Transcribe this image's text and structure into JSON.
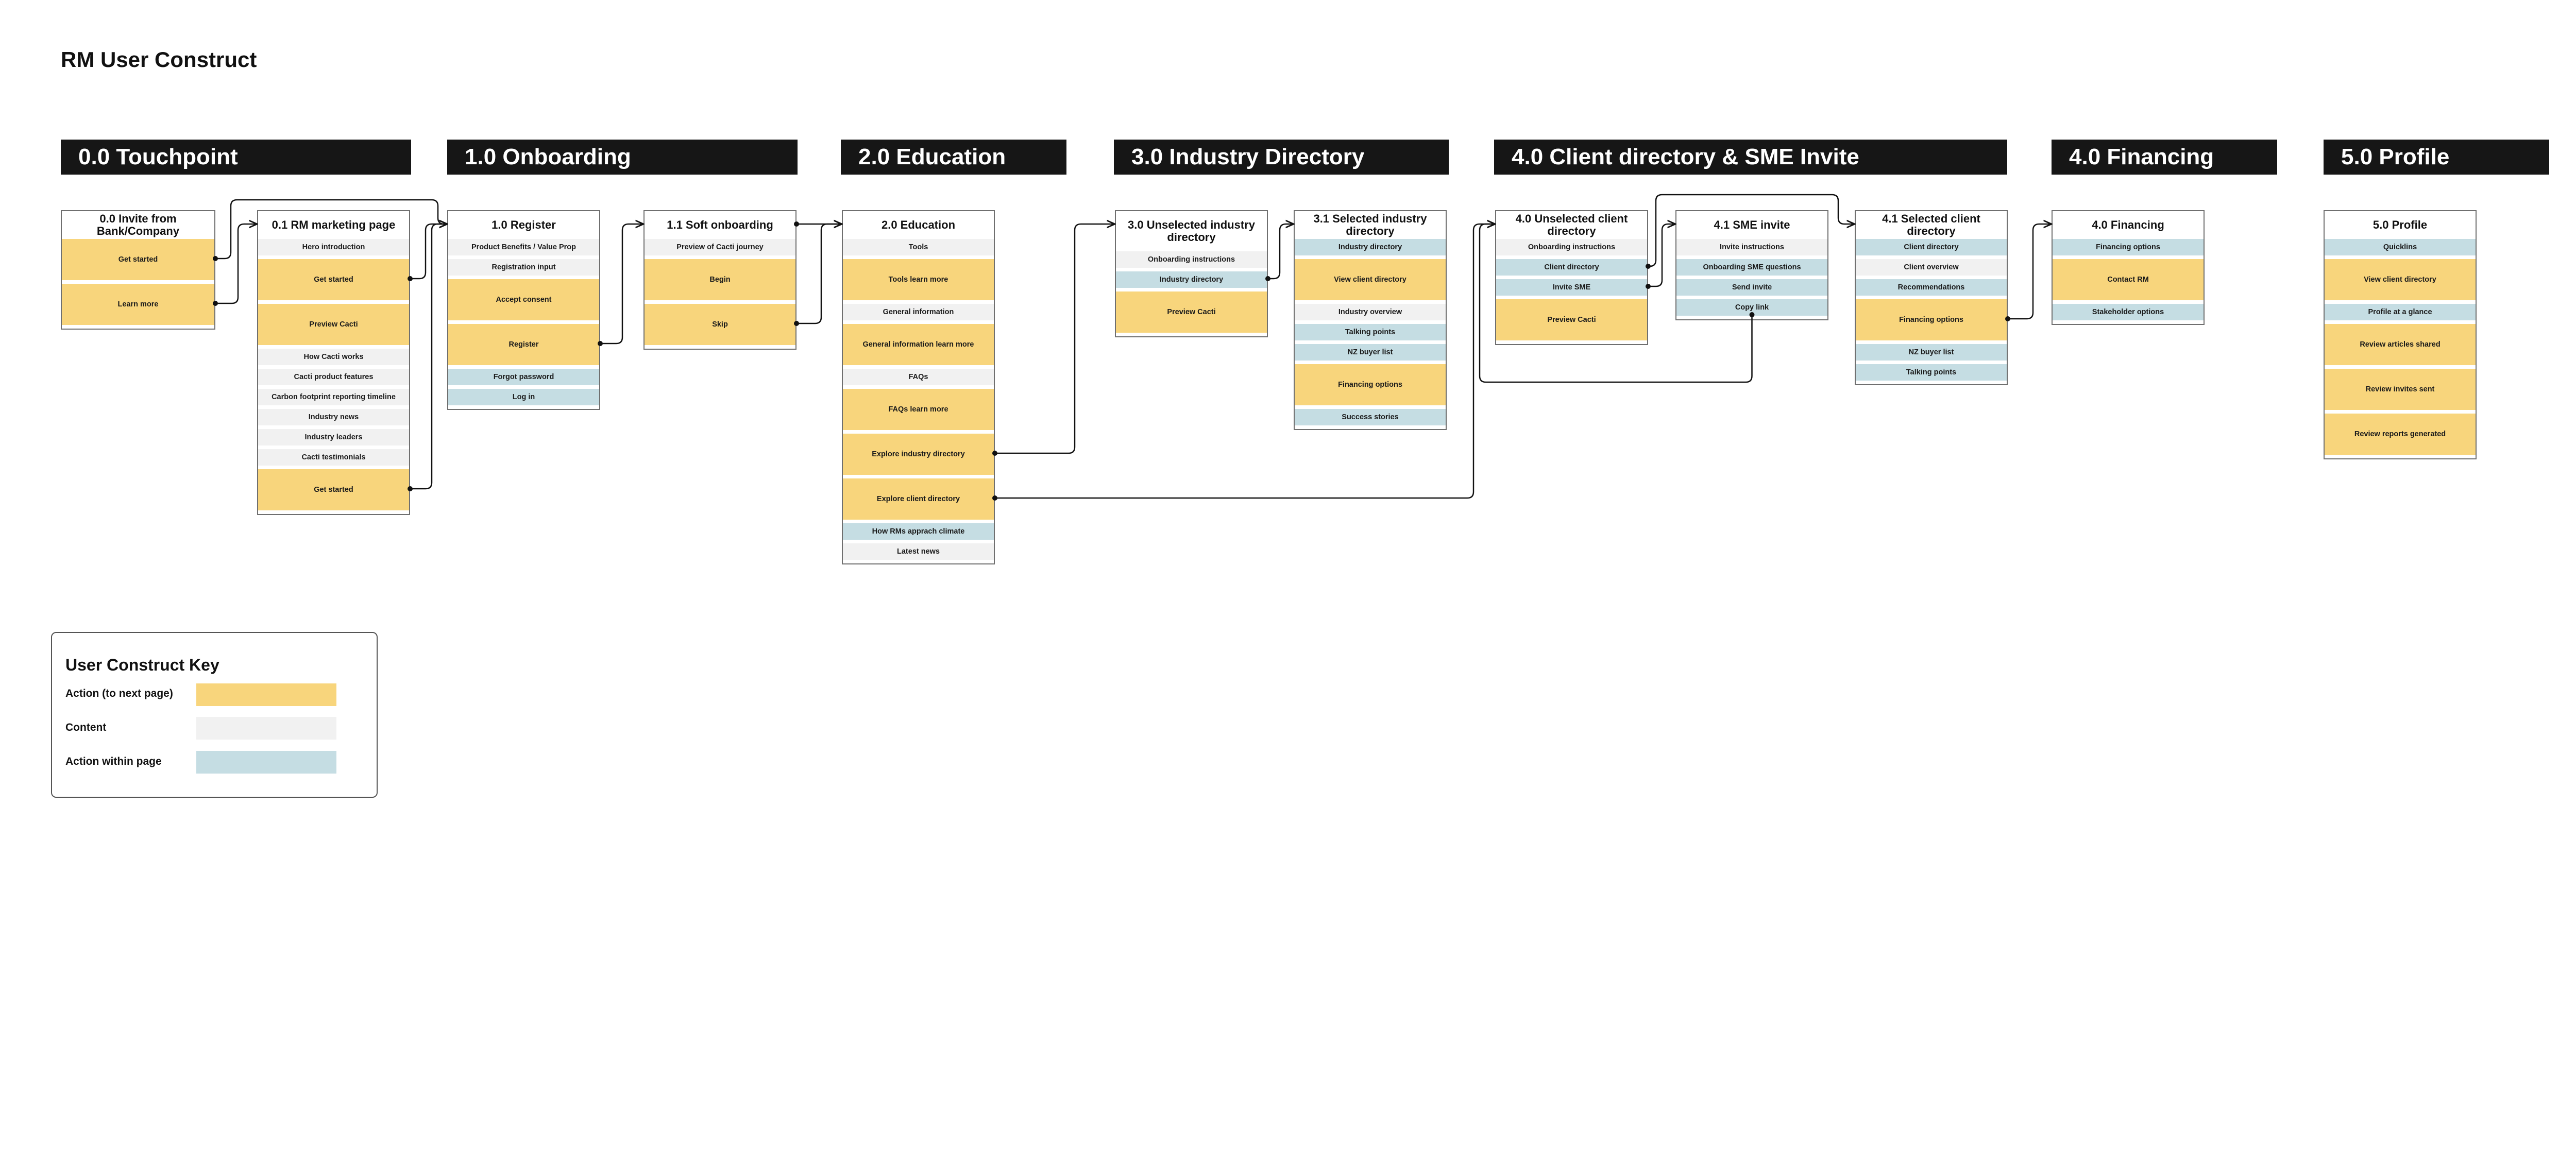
{
  "title": "RM User Construct",
  "colors": {
    "action": "#f8d57c",
    "content": "#f1f1f1",
    "within": "#c5dde3",
    "header": "#161616"
  },
  "headers": [
    {
      "label": "0.0 Touchpoint"
    },
    {
      "label": "1.0 Onboarding"
    },
    {
      "label": "2.0 Education"
    },
    {
      "label": "3.0 Industry Directory"
    },
    {
      "label": "4.0 Client directory & SME Invite"
    },
    {
      "label": "4.0 Financing"
    },
    {
      "label": "5.0 Profile"
    }
  ],
  "pages": [
    {
      "id": "p00",
      "title": "0.0 Invite from Bank/Company",
      "rows": [
        {
          "label": "Get started",
          "type": "action"
        },
        {
          "label": "Learn more",
          "type": "action"
        }
      ]
    },
    {
      "id": "p01",
      "title": "0.1 RM marketing page",
      "rows": [
        {
          "label": "Hero introduction",
          "type": "content"
        },
        {
          "label": "Get started",
          "type": "action"
        },
        {
          "label": "Preview Cacti",
          "type": "action"
        },
        {
          "label": "How Cacti works",
          "type": "content"
        },
        {
          "label": "Cacti product features",
          "type": "content"
        },
        {
          "label": "Carbon footprint reporting timeline",
          "type": "content"
        },
        {
          "label": "Industry news",
          "type": "content"
        },
        {
          "label": "Industry leaders",
          "type": "content"
        },
        {
          "label": "Cacti testimonials",
          "type": "content"
        },
        {
          "label": "Get started",
          "type": "action"
        }
      ]
    },
    {
      "id": "p10",
      "title": "1.0 Register",
      "rows": [
        {
          "label": "Product Benefits / Value Prop",
          "type": "content"
        },
        {
          "label": "Registration input",
          "type": "content"
        },
        {
          "label": "Accept consent",
          "type": "action"
        },
        {
          "label": "Register",
          "type": "action"
        },
        {
          "label": "Forgot password",
          "type": "within"
        },
        {
          "label": "Log in",
          "type": "within"
        }
      ]
    },
    {
      "id": "p11",
      "title": "1.1 Soft onboarding",
      "rows": [
        {
          "label": "Preview of Cacti journey",
          "type": "content"
        },
        {
          "label": "Begin",
          "type": "action"
        },
        {
          "label": "Skip",
          "type": "action"
        }
      ]
    },
    {
      "id": "p20",
      "title": "2.0 Education",
      "rows": [
        {
          "label": "Tools",
          "type": "content"
        },
        {
          "label": "Tools learn more",
          "type": "action"
        },
        {
          "label": "General information",
          "type": "content"
        },
        {
          "label": "General information learn more",
          "type": "action"
        },
        {
          "label": "FAQs",
          "type": "content"
        },
        {
          "label": "FAQs learn more",
          "type": "action"
        },
        {
          "label": "Explore industry directory",
          "type": "action"
        },
        {
          "label": "Explore client directory",
          "type": "action"
        },
        {
          "label": "How RMs apprach climate",
          "type": "within"
        },
        {
          "label": "Latest news",
          "type": "content"
        }
      ]
    },
    {
      "id": "p30",
      "title": "3.0 Unselected industry directory",
      "rows": [
        {
          "label": "Onboarding instructions",
          "type": "content"
        },
        {
          "label": "Industry directory",
          "type": "within"
        },
        {
          "label": "Preview Cacti",
          "type": "action"
        }
      ]
    },
    {
      "id": "p31",
      "title": "3.1 Selected industry directory",
      "rows": [
        {
          "label": "Industry directory",
          "type": "within"
        },
        {
          "label": "View client directory",
          "type": "action"
        },
        {
          "label": "Industry overview",
          "type": "content"
        },
        {
          "label": "Talking points",
          "type": "within"
        },
        {
          "label": "NZ buyer list",
          "type": "within"
        },
        {
          "label": "Financing options",
          "type": "action"
        },
        {
          "label": "Success stories",
          "type": "within"
        }
      ]
    },
    {
      "id": "p40",
      "title": "4.0 Unselected client directory",
      "rows": [
        {
          "label": "Onboarding instructions",
          "type": "content"
        },
        {
          "label": "Client directory",
          "type": "within"
        },
        {
          "label": "Invite SME",
          "type": "within"
        },
        {
          "label": "Preview Cacti",
          "type": "action"
        }
      ]
    },
    {
      "id": "p41s",
      "title": "4.1 SME invite",
      "rows": [
        {
          "label": "Invite instructions",
          "type": "content"
        },
        {
          "label": "Onboarding SME questions",
          "type": "within"
        },
        {
          "label": "Send invite",
          "type": "within"
        },
        {
          "label": "Copy link",
          "type": "within"
        }
      ]
    },
    {
      "id": "p41c",
      "title": "4.1 Selected client directory",
      "rows": [
        {
          "label": "Client directory",
          "type": "within"
        },
        {
          "label": "Client overview",
          "type": "content"
        },
        {
          "label": "Recommendations",
          "type": "within"
        },
        {
          "label": "Financing options",
          "type": "action"
        },
        {
          "label": "NZ buyer list",
          "type": "within"
        },
        {
          "label": "Talking points",
          "type": "within"
        }
      ]
    },
    {
      "id": "p4f",
      "title": "4.0 Financing",
      "rows": [
        {
          "label": "Financing options",
          "type": "within"
        },
        {
          "label": "Contact RM",
          "type": "action"
        },
        {
          "label": "Stakeholder options",
          "type": "within"
        }
      ]
    },
    {
      "id": "p50",
      "title": "5.0 Profile",
      "rows": [
        {
          "label": "Quicklins",
          "type": "within"
        },
        {
          "label": "View client directory",
          "type": "action"
        },
        {
          "label": "Profile at a glance",
          "type": "within"
        },
        {
          "label": "Review articles shared",
          "type": "action"
        },
        {
          "label": "Review invites sent",
          "type": "action"
        },
        {
          "label": "Review reports generated",
          "type": "action"
        }
      ]
    }
  ],
  "key": {
    "title": "User Construct Key",
    "items": [
      {
        "label": "Action (to next page)",
        "type": "action"
      },
      {
        "label": "Content",
        "type": "content"
      },
      {
        "label": "Action within page",
        "type": "within"
      }
    ]
  }
}
